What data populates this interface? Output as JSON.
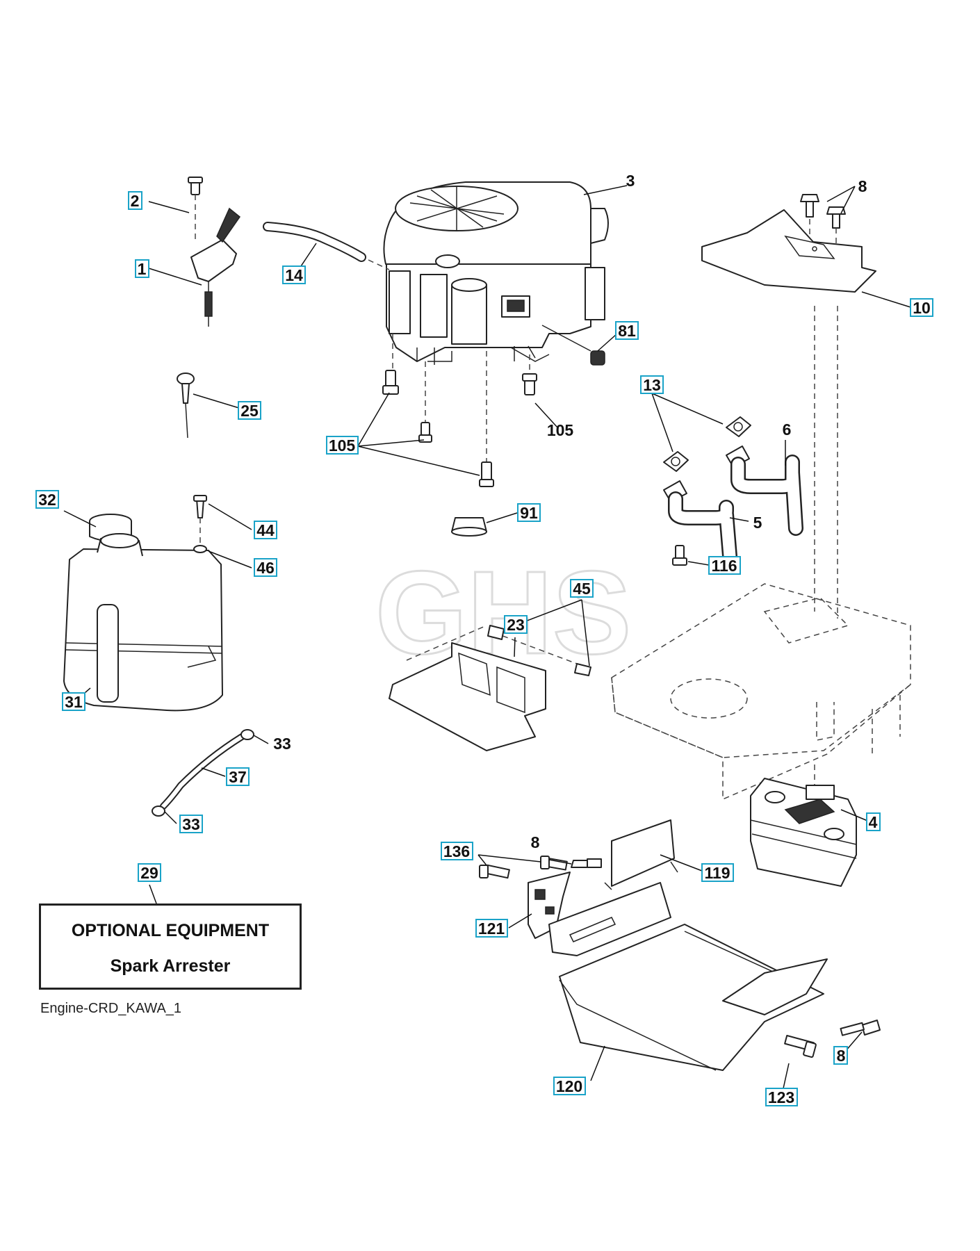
{
  "watermark": "GHS",
  "callouts": {
    "c1": "1",
    "c2": "2",
    "c3": "3",
    "c4": "4",
    "c5": "5",
    "c6": "6",
    "c8a": "8",
    "c8b": "8",
    "c8c": "8",
    "c10": "10",
    "c13": "13",
    "c14": "14",
    "c23": "23",
    "c25": "25",
    "c29": "29",
    "c31": "31",
    "c32": "32",
    "c33a": "33",
    "c33b": "33",
    "c37": "37",
    "c44": "44",
    "c45": "45",
    "c46": "46",
    "c81": "81",
    "c91": "91",
    "c105a": "105",
    "c105b": "105",
    "c116": "116",
    "c119": "119",
    "c120": "120",
    "c121": "121",
    "c123": "123",
    "c136": "136"
  },
  "optional_box": {
    "title": "OPTIONAL EQUIPMENT",
    "subtitle": "Spark Arrester"
  },
  "diagram_id": "Engine-CRD_KAWA_1",
  "colors": {
    "callout_border": "#1aa3c8",
    "line": "#222222",
    "watermark": "#dcdcdc"
  }
}
